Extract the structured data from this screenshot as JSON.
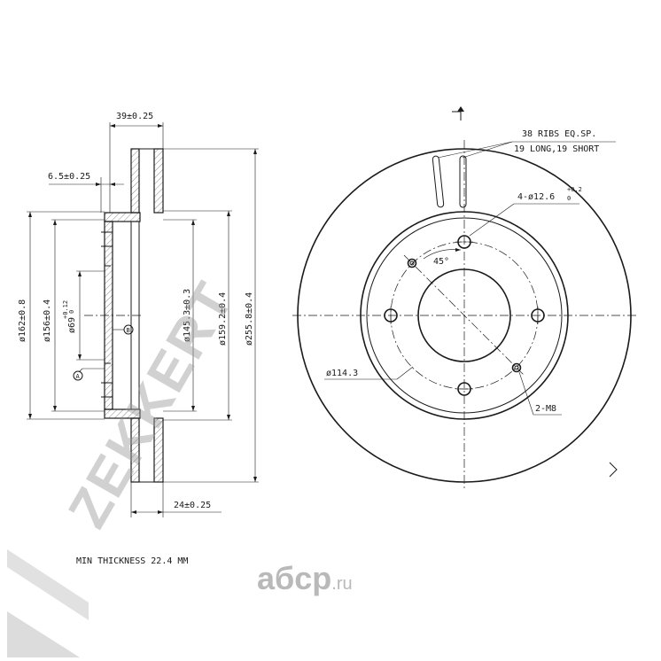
{
  "dimensions": {
    "width_top": "39±0.25",
    "offset": "6.5±0.25",
    "dia_162": "ø162±0.8",
    "dia_156": "ø156±0.4",
    "dia_69": "ø69",
    "dia_69_tol_upper": "+0.12",
    "dia_69_tol_lower": "0",
    "dia_145": "ø145.3±0.3",
    "dia_159": "ø159.2±0.4",
    "dia_255": "ø255.8±0.4",
    "width_bottom": "24±0.25",
    "pcd": "ø114.3",
    "bolt_holes": "4-ø12.6",
    "bolt_tol_upper": "+0.2",
    "bolt_tol_lower": "0",
    "angle": "45°",
    "thread_holes": "2-M8",
    "ribs_line1": "38 RIBS EQ.SP.",
    "ribs_line2": "19 LONG,19 SHORT"
  },
  "datums": {
    "a": "A",
    "b": "B"
  },
  "note": "MIN THICKNESS 22.4 MM",
  "watermark": "ZEKKERT",
  "brand": {
    "name": "aбcp",
    "suffix": ".ru"
  }
}
